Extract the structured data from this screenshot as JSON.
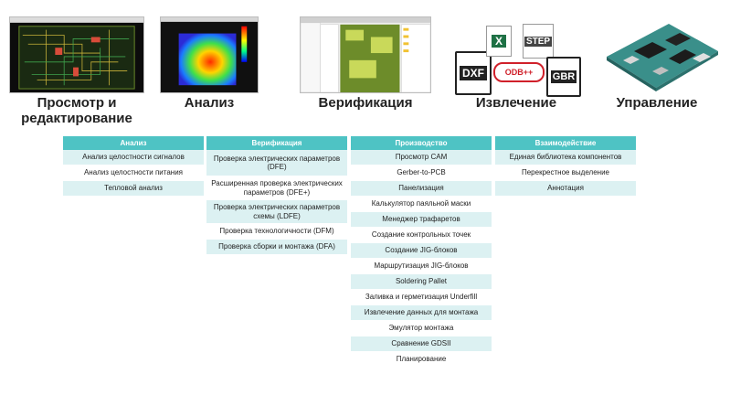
{
  "features": [
    {
      "title": "Просмотр и\nредактирование"
    },
    {
      "title": "Анализ"
    },
    {
      "title": "Верификация"
    },
    {
      "title": "Извлечение"
    },
    {
      "title": "Управление"
    }
  ],
  "format_icons": [
    {
      "label": "DXF"
    },
    {
      "label": "X"
    },
    {
      "label": "STEP"
    },
    {
      "label": "ODB++"
    },
    {
      "label": "GBR"
    }
  ],
  "columns": [
    {
      "header": "Анализ",
      "rows": [
        "Анализ целостности сигналов",
        "Анализ целостности питания",
        "Тепловой анализ"
      ]
    },
    {
      "header": "Верификация",
      "rows": [
        "Проверка электрических параметров (DFE)",
        "Расширенная проверка электрических параметров (DFE+)",
        "Проверка электрических параметров схемы (LDFE)",
        "Проверка технологичности (DFM)",
        "Проверка сборки и монтажа (DFA)"
      ]
    },
    {
      "header": "Производство",
      "rows": [
        "Просмотр CAM",
        "Gerber-to-PCB",
        "Панелизация",
        "Калькулятор паяльной маски",
        "Менеджер трафаретов",
        "Создание контрольных точек",
        "Создание JIG-блоков",
        "Маршрутизация JIG-блоков",
        "Soldering Pallet",
        "Заливка и герметизация Underfill",
        "Извлечение данных для монтажа",
        "Эмулятор монтажа",
        "Сравнение GDSII",
        "Планирование"
      ]
    },
    {
      "header": "Взаимодействие",
      "rows": [
        "Единая библиотека компонентов",
        "Перекрестное выделение",
        "Аннотация"
      ]
    }
  ],
  "colors": {
    "header_bg": "#4ec3c4",
    "row_alt": "#dcf1f2",
    "excel_green": "#1e7145",
    "odb_red": "#d0202a"
  }
}
